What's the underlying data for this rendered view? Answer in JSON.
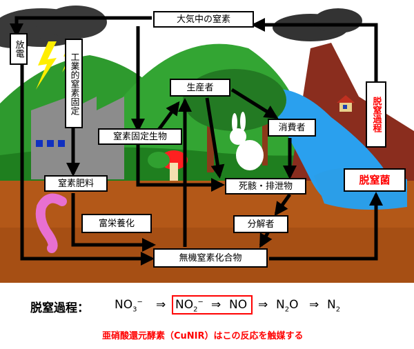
{
  "labels": {
    "atmospheric_nitrogen": "大気中の窒素",
    "lightning": "放電",
    "industrial_fixation": "工業的窒素固定",
    "producer": "生産者",
    "consumer": "消費者",
    "nitrogen_fixer": "窒素固定生物",
    "fertilizer": "窒素肥料",
    "eutrophication": "富栄養化",
    "dead_matter": "死骸・排泄物",
    "decomposer": "分解者",
    "inorganic_nitrogen": "無機窒素化合物",
    "denitrification_process": "脱窒過程",
    "denitrifying_bacteria": "脱窒菌"
  },
  "equation": {
    "title": "脱窒過程：",
    "no3": "NO",
    "no3_sub": "3",
    "no3_sup": "−",
    "arrow": "⇒",
    "no2": "NO",
    "no2_sub": "2",
    "no2_sup": "−",
    "no": "NO",
    "n2o": "N",
    "n2o_sub": "2",
    "n2o_tail": "O",
    "n2": "N",
    "n2_sub": "2"
  },
  "footnote": "亜硝酸還元酵素（CuNIR）はこの反応を触媒する",
  "colors": {
    "sky": "#ffffff",
    "grass": "#1f8c1f",
    "soil": "#b85a1e",
    "water": "#2aa0ee",
    "cloud": "#3a3a3a",
    "lightning": "#ffee00",
    "accent_red": "#ff0000"
  }
}
